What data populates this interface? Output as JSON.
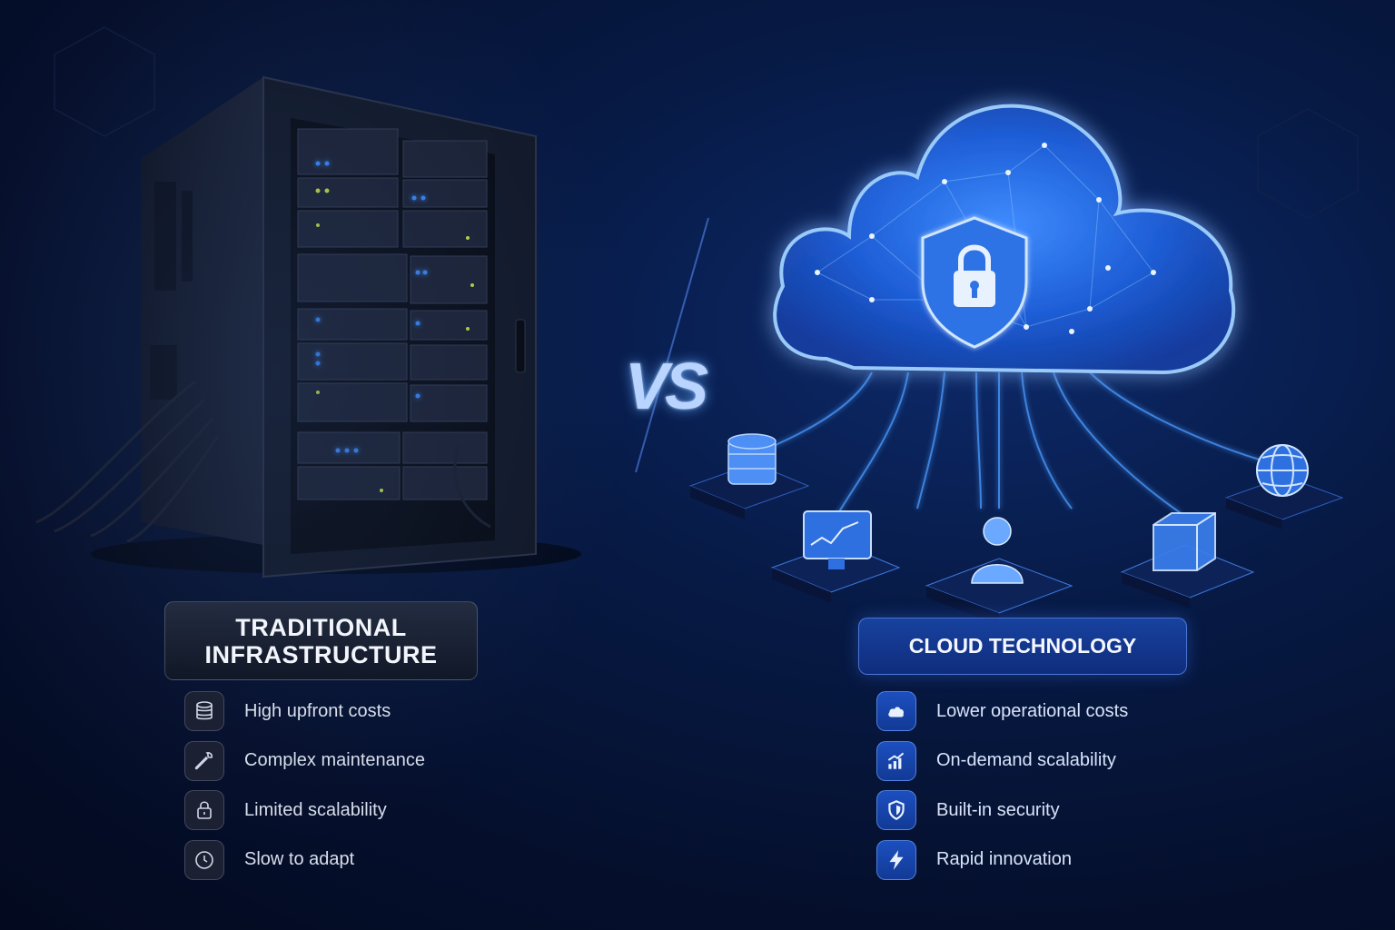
{
  "vs": "VS",
  "traditional": {
    "title": "TRADITIONAL INFRASTRUCTURE",
    "features": [
      {
        "icon": "database-icon",
        "text": "High upfront costs"
      },
      {
        "icon": "wrench-icon",
        "text": "Complex maintenance"
      },
      {
        "icon": "lock-icon",
        "text": "Limited scalability"
      },
      {
        "icon": "clock-icon",
        "text": "Slow to adapt"
      }
    ]
  },
  "cloud": {
    "title": "CLOUD TECHNOLOGY",
    "features": [
      {
        "icon": "cloud-icon",
        "text": "Lower operational costs"
      },
      {
        "icon": "growth-chart-icon",
        "text": "On-demand scalability"
      },
      {
        "icon": "shield-icon",
        "text": "Built-in security"
      },
      {
        "icon": "lightning-icon",
        "text": "Rapid innovation"
      }
    ]
  },
  "colors": {
    "accent": "#2f7bff",
    "glow": "#6fb0ff",
    "background": "#050f2c"
  }
}
